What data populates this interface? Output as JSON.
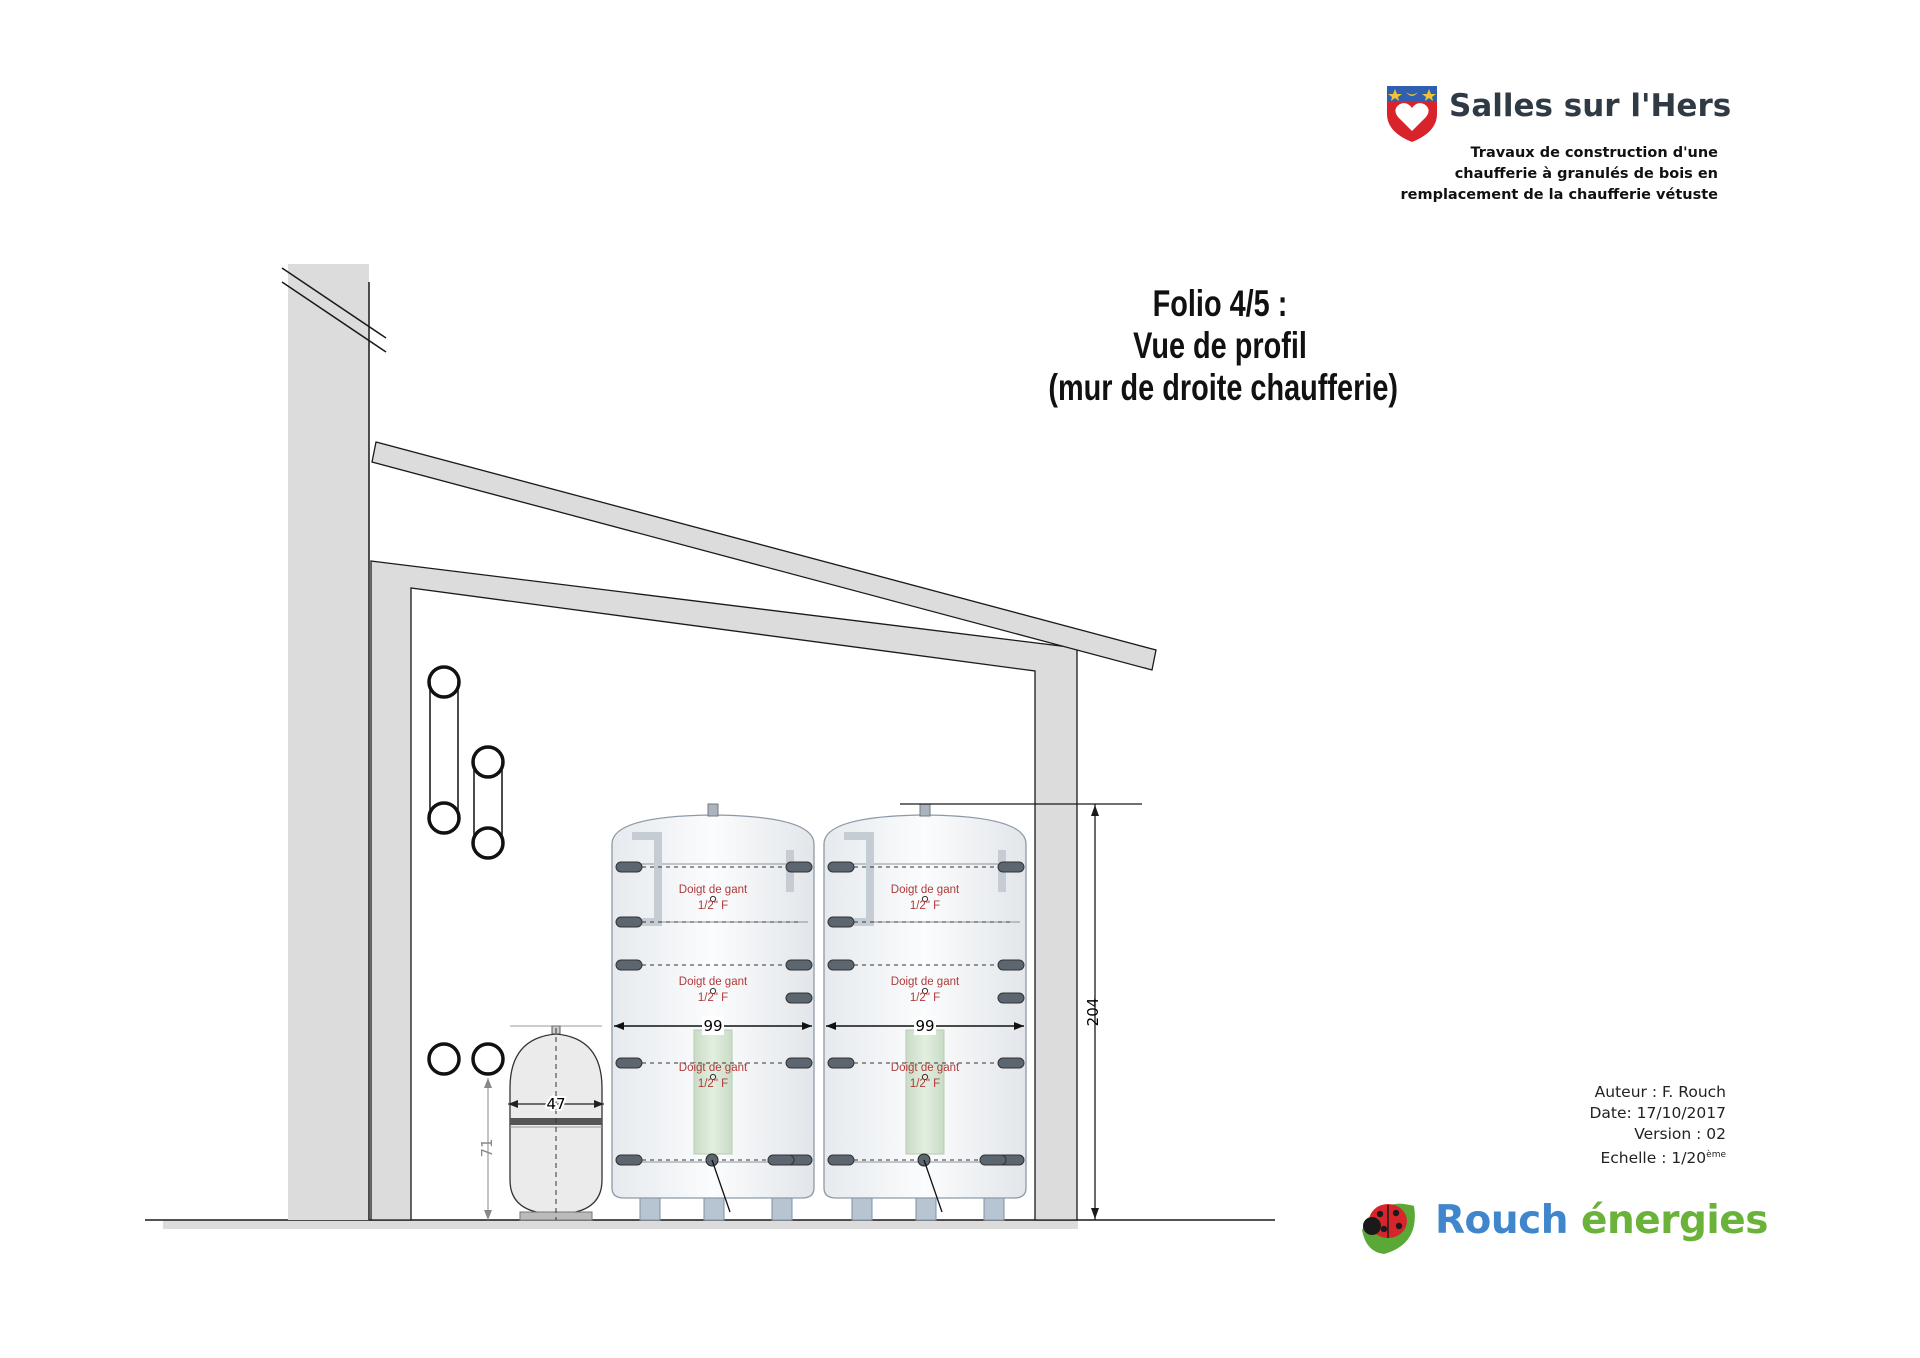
{
  "header": {
    "organization": "Salles sur l'Hers",
    "project_lines": [
      "Travaux de construction d'une",
      "chaufferie à granulés de bois en",
      "remplacement de la chaufferie vétuste"
    ]
  },
  "folio": {
    "line1": "Folio 4/5 :",
    "line2": "Vue de profil",
    "line3": "(mur de droite chaufferie)"
  },
  "meta": {
    "author": "Auteur : F. Rouch",
    "date": "Date: 17/10/2017",
    "version": "Version : 02",
    "scale_prefix": "Echelle : 1/20",
    "scale_suffix": "ème"
  },
  "brand": {
    "part1": "Rouch",
    "part2": " énergies"
  },
  "tanks": {
    "label_top": "Doigt de gant",
    "label_sub": "1/2\" F",
    "width_dim": "99"
  },
  "dimensions": {
    "height": "204",
    "vessel_width": "47",
    "vessel_height": "71"
  },
  "colors": {
    "wall_fill": "#dcdcdc",
    "line": "#1a1a1a",
    "brand_blue": "#3f86cc",
    "brand_green": "#6bb23a",
    "label_red": "#b03a3a"
  }
}
